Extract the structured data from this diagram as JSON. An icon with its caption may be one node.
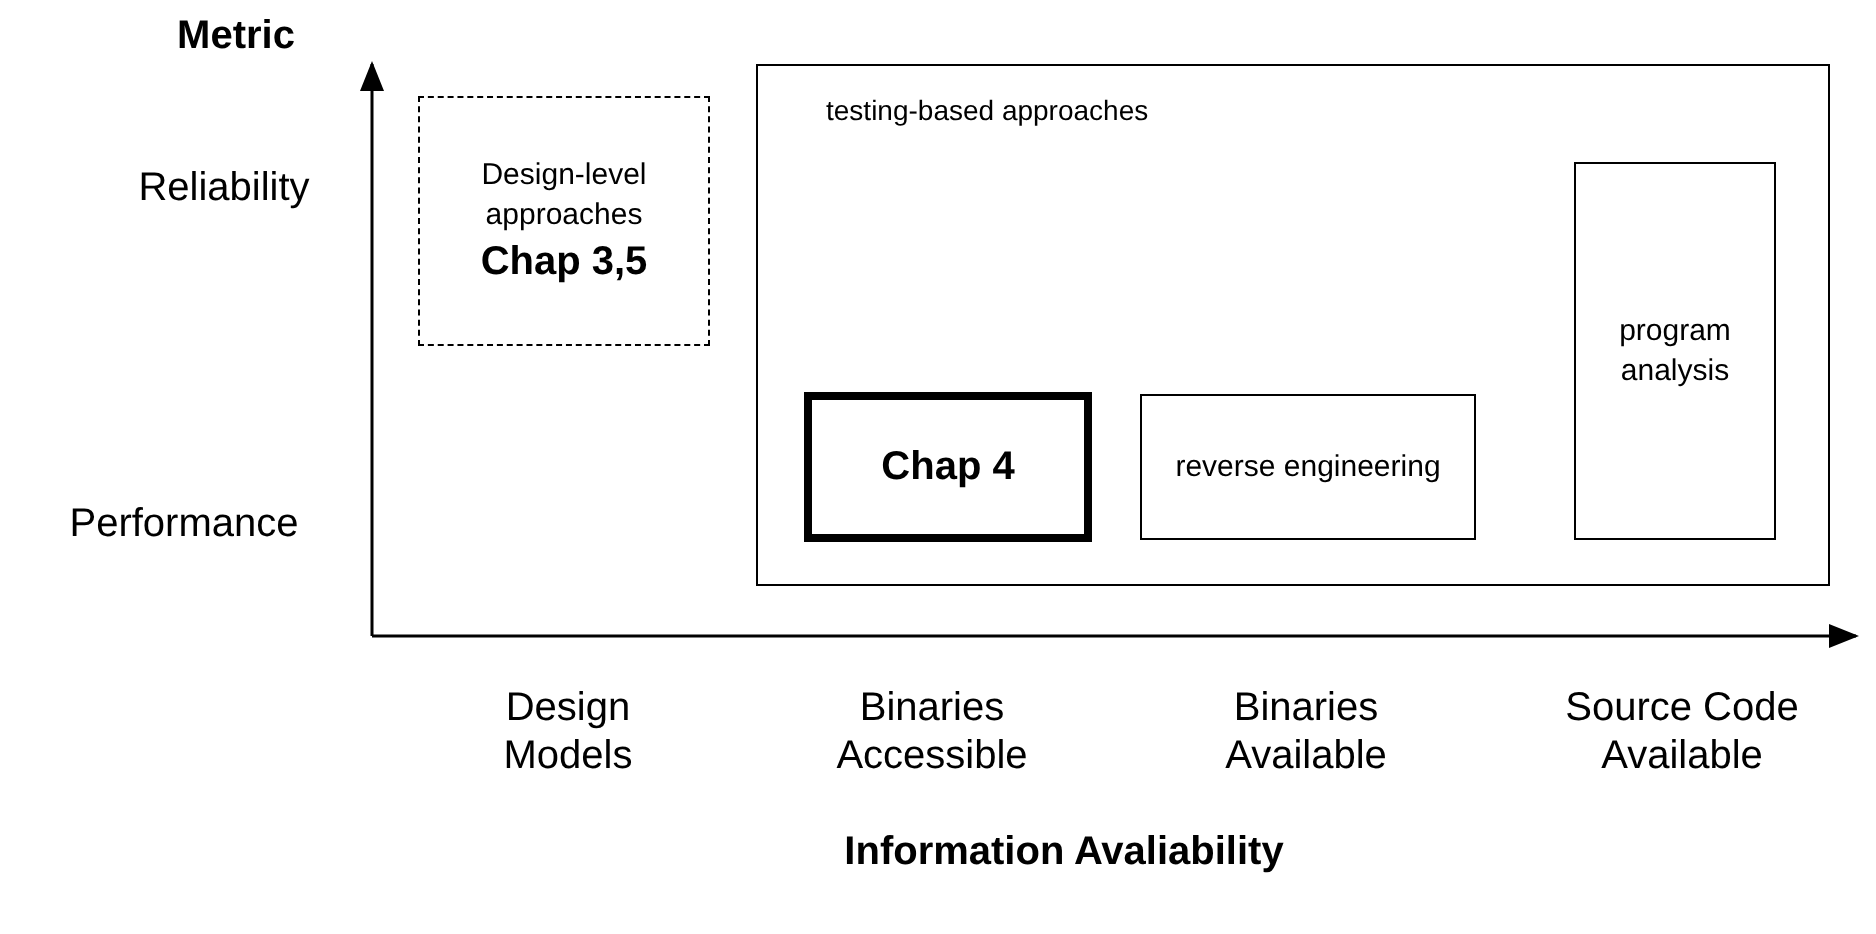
{
  "diagram": {
    "nodes": [
      {
        "text": [
          "Design-level approaches",
          "Chap 3,5"
        ]
      },
      {
        "text": [
          "testing-based approaches"
        ]
      },
      {
        "text": [
          "Chap 4"
        ],
        "in": 1
      },
      {
        "text": [
          "reverse engineering"
        ],
        "in": 1
      },
      {
        "text": [
          "program analysis"
        ],
        "in": 1
      }
    ],
    "labels": [
      "Metric",
      "Reliability",
      "Performance",
      "Design Models",
      "Binaries Accessible",
      "Binaries Available",
      "Source Code Available",
      "Information Avaliability"
    ]
  }
}
